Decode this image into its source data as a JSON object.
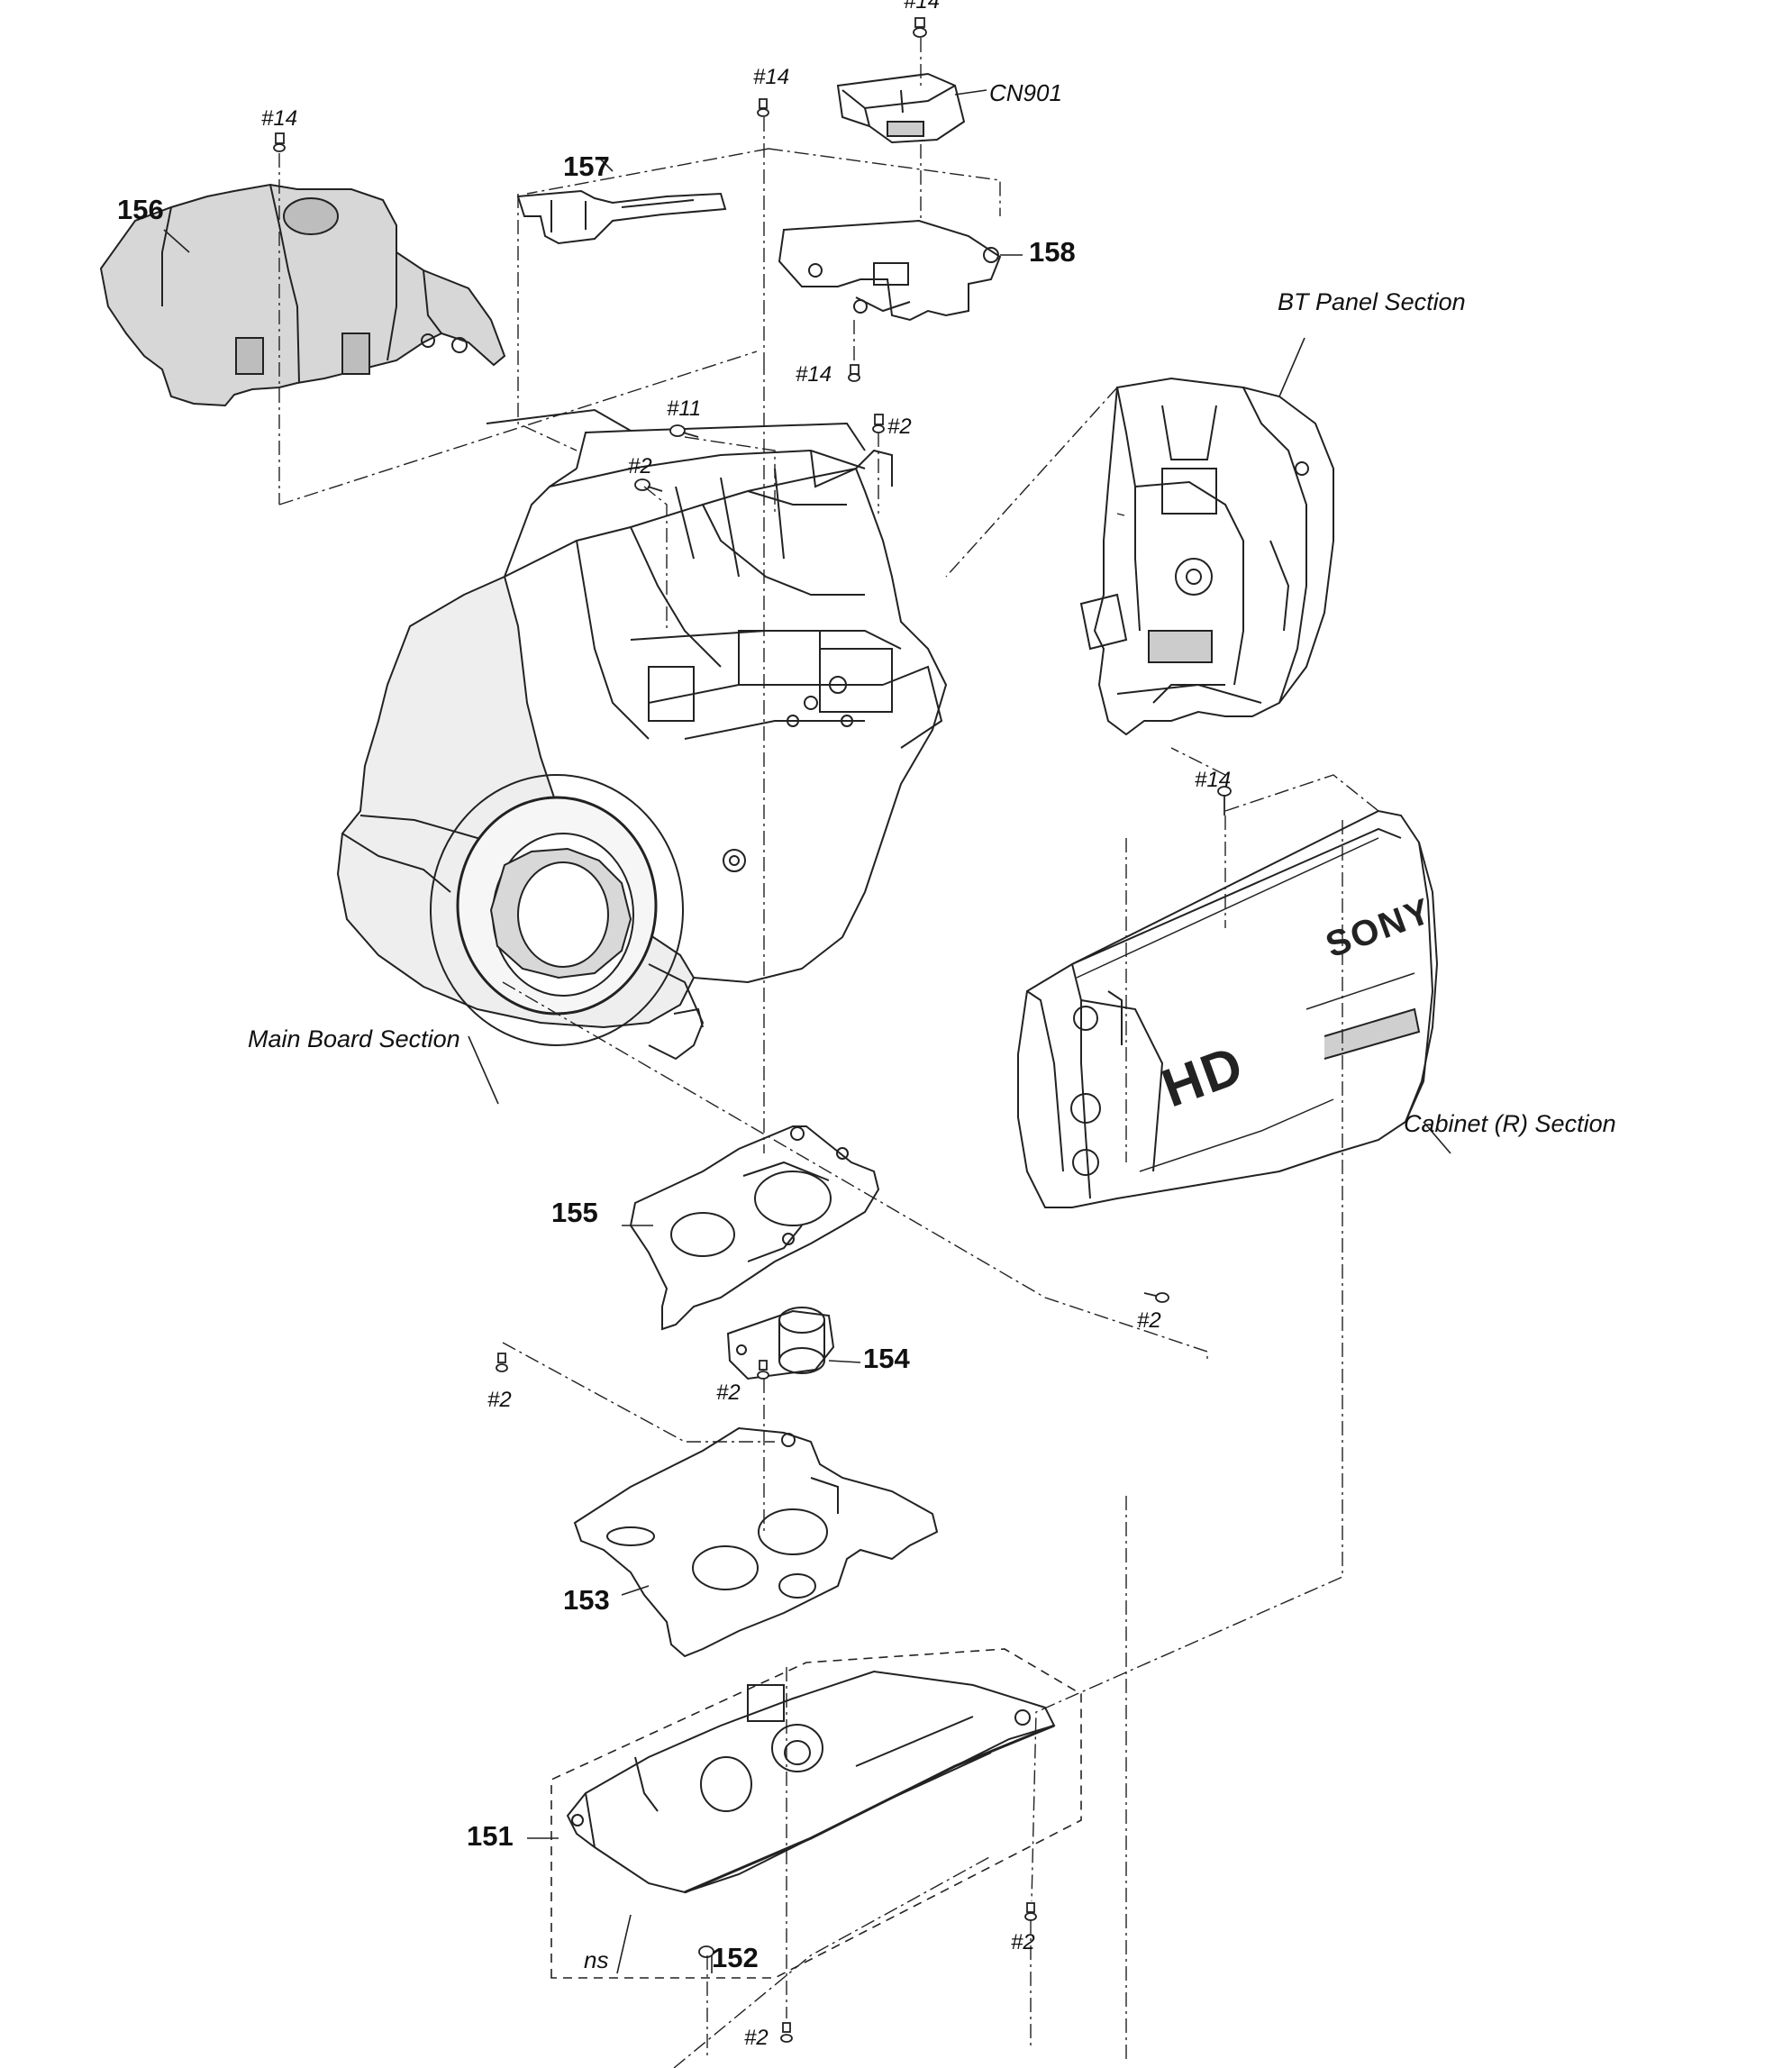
{
  "parts": {
    "p151": "151",
    "p152": "152",
    "p153": "153",
    "p154": "154",
    "p155": "155",
    "p156": "156",
    "p157": "157",
    "p158": "158"
  },
  "connector": "CN901",
  "sections": {
    "bt_panel": "BT Panel Section",
    "main_board": "Main Board Section",
    "cabinet_r": "Cabinet (R) Section"
  },
  "screws": {
    "s14": "#14",
    "s11": "#11",
    "s2": "#2"
  },
  "misc": {
    "ns": "ns",
    "brand": "SONY",
    "hd": "HD"
  }
}
